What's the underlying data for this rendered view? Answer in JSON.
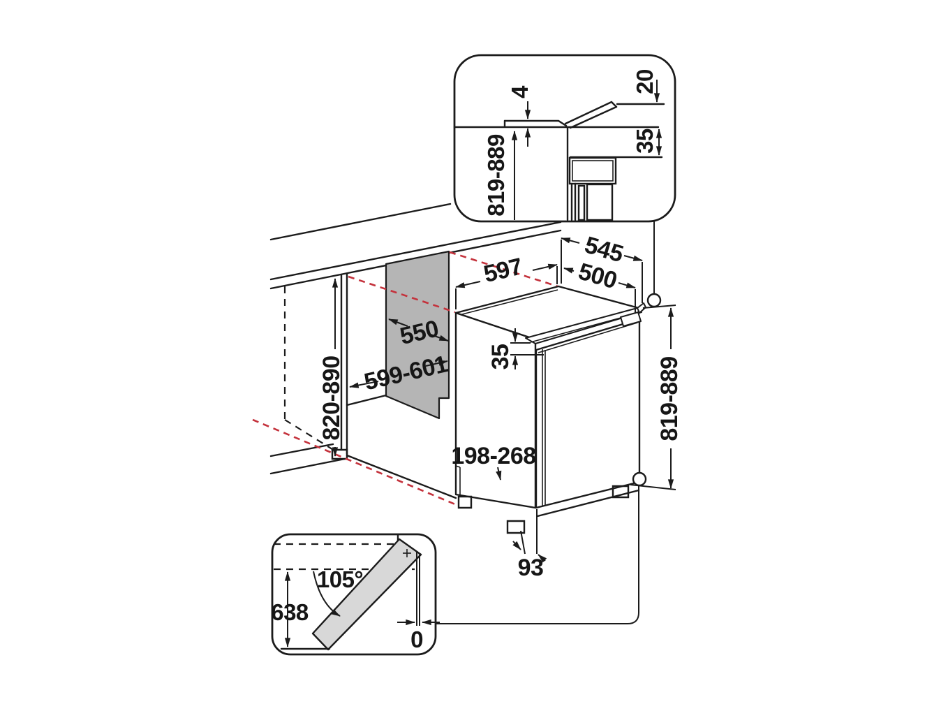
{
  "title": "Built-under refrigerator installation dimensions diagram",
  "units": "mm",
  "colors": {
    "line": "#1b1b1b",
    "alignment_red": "#c4323c",
    "niche_panel_gray": "#b5b5b5",
    "door_gray": "#d8d8d8",
    "background": "#ffffff"
  },
  "insets": {
    "worktop_detail": {
      "labels": {
        "flap_thickness": "4",
        "flap_tip_clearance": "20",
        "rear_top_gap": "35",
        "niche_height": "819-889"
      }
    },
    "door_opening": {
      "labels": {
        "opening_angle": "105°",
        "door_swing_depth": "638",
        "side_clearance": "0"
      }
    }
  },
  "main_view": {
    "labels": {
      "total_depth": "545",
      "appliance_width": "597",
      "door_depth": "500",
      "side_panel_depth": "550",
      "niche_width": "599-601",
      "niche_height": "820-890",
      "top_gap": "35",
      "appliance_height": "819-889",
      "plinth_height": "198-268",
      "plinth_recess_depth": "93"
    }
  }
}
